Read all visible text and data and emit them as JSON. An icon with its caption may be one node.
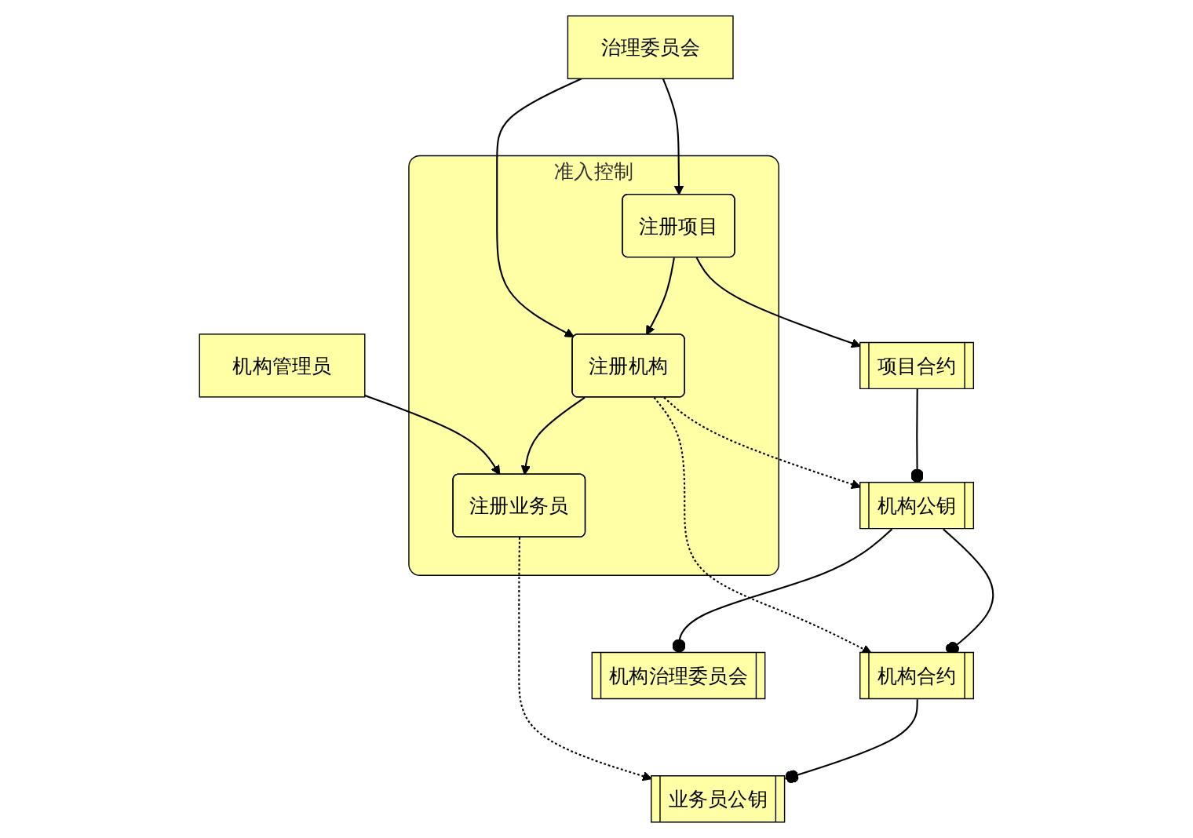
{
  "diagram": {
    "nodes": [
      {
        "text": [
          "治理委员会"
        ]
      },
      {
        "text": [
          "机构管理员"
        ]
      },
      {
        "text": [
          "准入控制"
        ]
      },
      {
        "text": [
          "注册项目"
        ],
        "in": 2
      },
      {
        "text": [
          "注册机构"
        ],
        "in": 2
      },
      {
        "text": [
          "注册业务员"
        ],
        "in": 2
      },
      {
        "text": [
          "项目合约"
        ]
      },
      {
        "text": [
          "机构公钥"
        ]
      },
      {
        "text": [
          "机构合约"
        ]
      },
      {
        "text": [
          "业务员公钥"
        ]
      },
      {
        "text": [
          "机构治理委员会"
        ]
      }
    ],
    "edges": [
      {
        "from": 0,
        "to": 3,
        "arrow": "to"
      },
      {
        "from": 0,
        "to": 4,
        "arrow": "to"
      },
      {
        "from": 1,
        "to": 5,
        "arrow": "to"
      },
      {
        "from": 3,
        "to": 4,
        "arrow": "to"
      },
      {
        "from": 4,
        "to": 5,
        "arrow": "to"
      },
      {
        "from": 3,
        "to": 6,
        "arrow": "to"
      },
      {
        "from": 4,
        "to": 7,
        "arrow": "to",
        "style": "dashed"
      },
      {
        "from": 4,
        "to": 8,
        "arrow": "to",
        "style": "dashed"
      },
      {
        "from": 5,
        "to": 9,
        "arrow": "to",
        "style": "dashed"
      },
      {
        "from": 6,
        "to": 7,
        "arrow": "other"
      },
      {
        "from": 7,
        "to": 8,
        "arrow": "other"
      },
      {
        "from": 8,
        "to": 9,
        "arrow": "other"
      },
      {
        "from": 7,
        "to": 10,
        "arrow": "other"
      }
    ]
  }
}
